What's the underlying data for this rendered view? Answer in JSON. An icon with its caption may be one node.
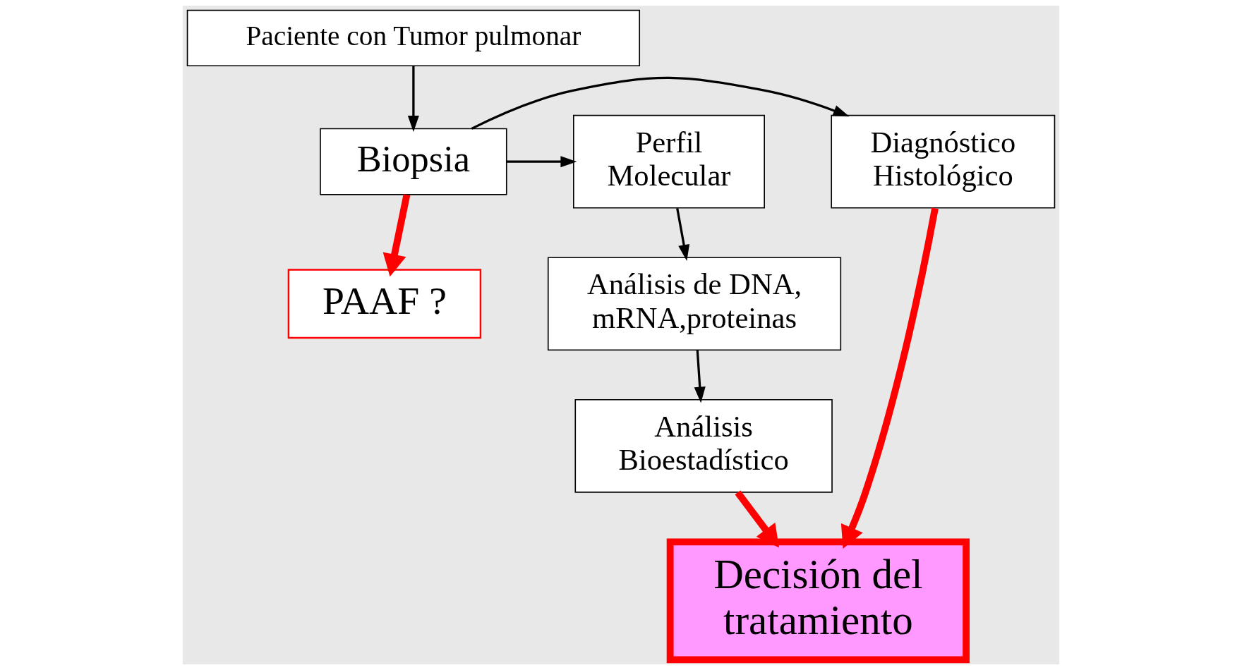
{
  "diagram": {
    "nodes": [
      {
        "text": [
          "Paciente con Tumor pulmonar"
        ]
      },
      {
        "text": [
          "Diagnóstico Histológico"
        ]
      },
      {
        "text": [
          "Biopsia"
        ]
      },
      {
        "text": [
          "Perfil Molecular"
        ]
      },
      {
        "text": [
          "PAAF ?"
        ]
      },
      {
        "text": [
          "Análisis de DNA, mRNA,proteinas"
        ]
      },
      {
        "text": [
          "Decisión del tratamiento"
        ]
      },
      {
        "text": [
          "Análisis Bioestadístico"
        ]
      }
    ],
    "edges": [
      {
        "from": 0,
        "to": 2,
        "arrow": "to"
      },
      {
        "from": 2,
        "to": 1,
        "arrow": "to"
      },
      {
        "from": 2,
        "to": 3,
        "arrow": "to"
      },
      {
        "from": 2,
        "to": 4,
        "arrow": "to",
        "style": "thick",
        "color": "#ff0000"
      },
      {
        "from": 3,
        "to": 5,
        "arrow": "to"
      },
      {
        "from": 5,
        "to": 7,
        "arrow": "to"
      },
      {
        "from": 1,
        "to": 6,
        "arrow": "to",
        "style": "thick",
        "color": "#ff0000"
      },
      {
        "from": 7,
        "to": 6,
        "arrow": "to",
        "style": "thick",
        "color": "#ff0000"
      }
    ]
  }
}
